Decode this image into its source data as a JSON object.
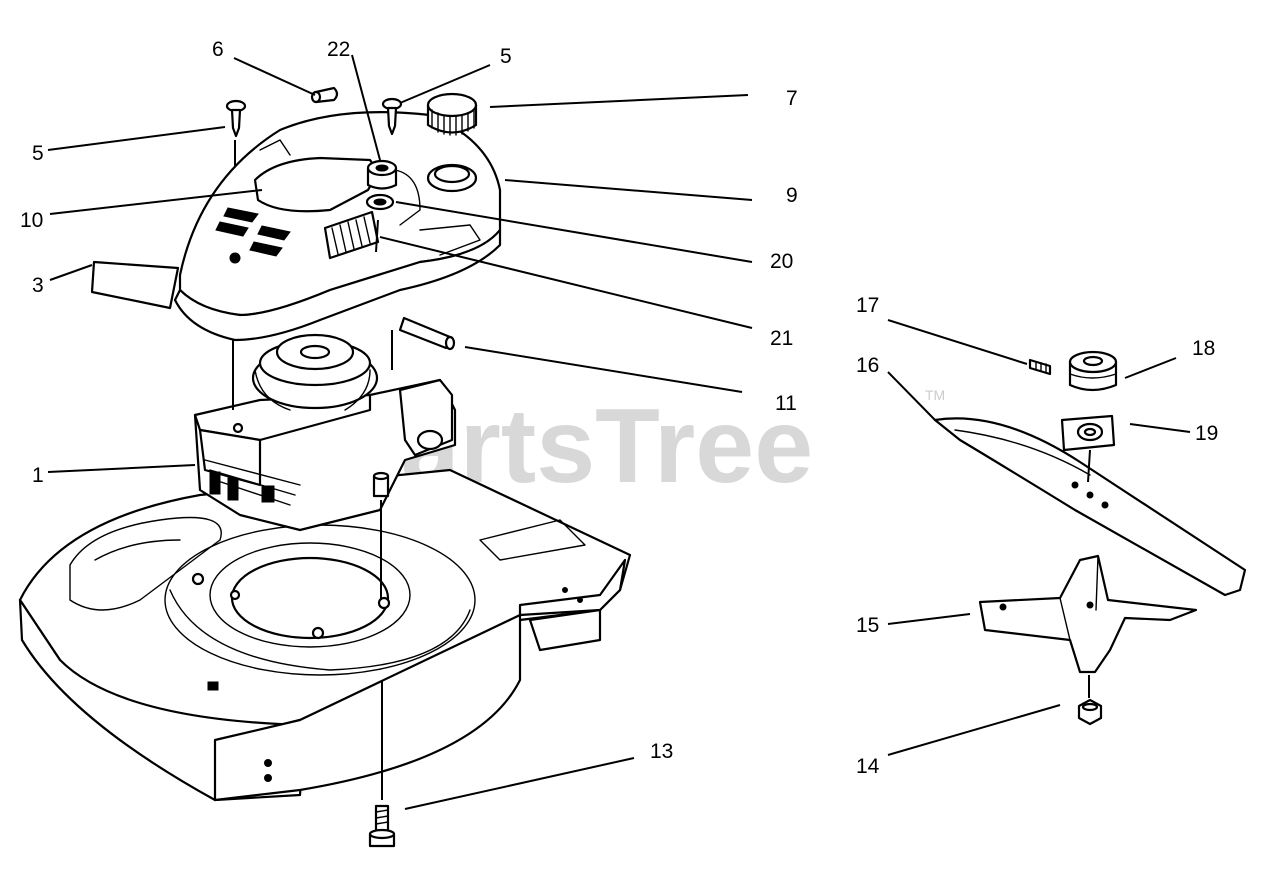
{
  "watermark": {
    "text": "PartsTree",
    "trademark": "TM"
  },
  "callouts": [
    {
      "id": "c6",
      "label": "6"
    },
    {
      "id": "c22",
      "label": "22"
    },
    {
      "id": "c5a",
      "label": "5"
    },
    {
      "id": "c5b",
      "label": "5"
    },
    {
      "id": "c7",
      "label": "7"
    },
    {
      "id": "c9",
      "label": "9"
    },
    {
      "id": "c10",
      "label": "10"
    },
    {
      "id": "c20",
      "label": "20"
    },
    {
      "id": "c3",
      "label": "3"
    },
    {
      "id": "c21",
      "label": "21"
    },
    {
      "id": "c11",
      "label": "11"
    },
    {
      "id": "c1",
      "label": "1"
    },
    {
      "id": "c13",
      "label": "13"
    },
    {
      "id": "c17",
      "label": "17"
    },
    {
      "id": "c18",
      "label": "18"
    },
    {
      "id": "c16",
      "label": "16"
    },
    {
      "id": "c19",
      "label": "19"
    },
    {
      "id": "c15",
      "label": "15"
    },
    {
      "id": "c14",
      "label": "14"
    }
  ]
}
